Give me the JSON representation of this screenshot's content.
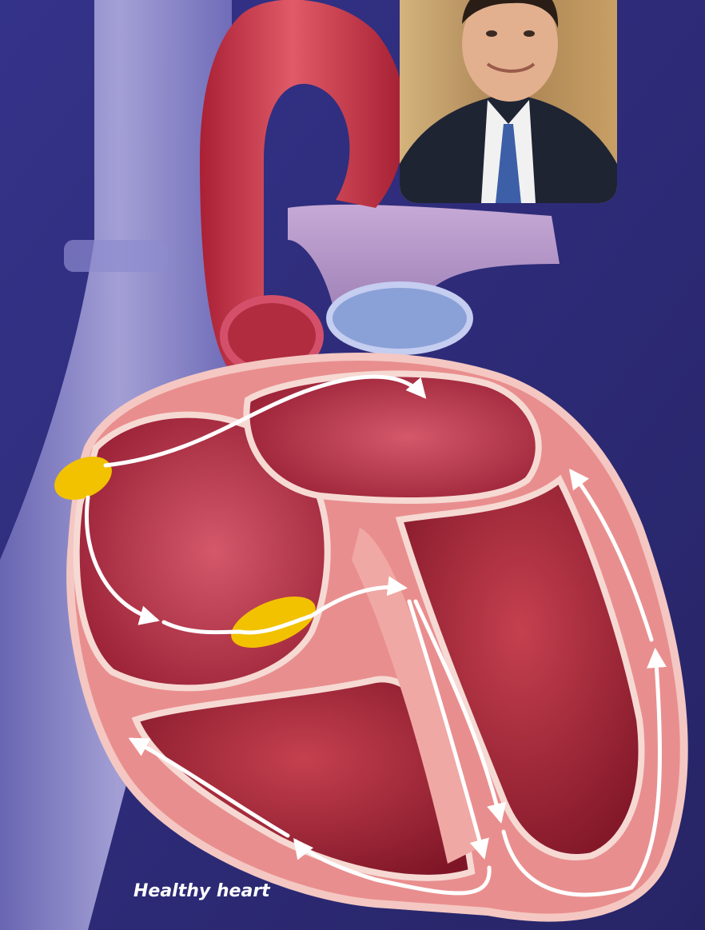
{
  "caption": "Healthy heart",
  "portrait": {
    "icon": "person-portrait-icon",
    "suit_color": "#1f2433",
    "tie_color": "#3d5fa8",
    "background_color": "#b08a5c"
  },
  "diagram": {
    "subject": "heart-electrical-conduction",
    "nodes": [
      "sinoatrial-node",
      "atrioventricular-node"
    ],
    "colors": {
      "background": "#2c2a72",
      "vein": "#8f8ccf",
      "aorta": "#c73a4c",
      "pulmonary": "#b89ac6",
      "heart_wall": "#e98e8e",
      "chamber": "#9e2233",
      "node": "#f2c200",
      "pathway": "#ffffff"
    }
  }
}
